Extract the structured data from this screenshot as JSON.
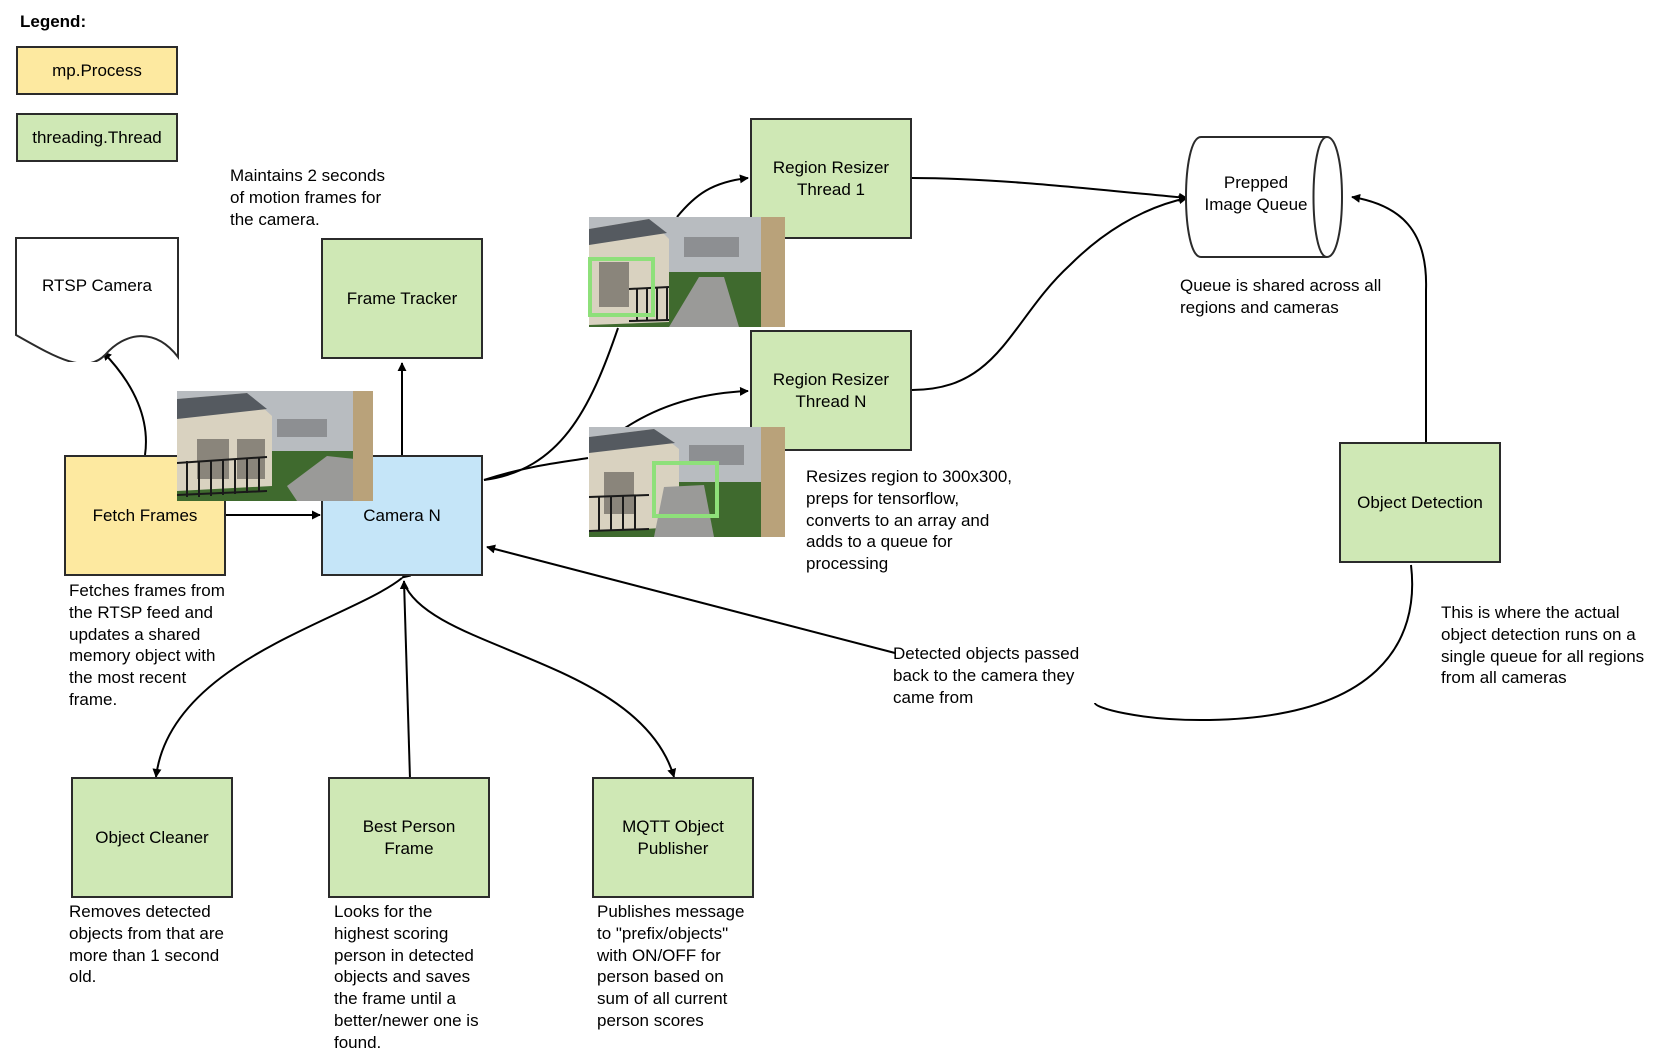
{
  "legend": {
    "title": "Legend:",
    "process_label": "mp.Process",
    "thread_label": "threading.Thread"
  },
  "colors": {
    "process": "#fde9a0",
    "thread": "#cfe8b5",
    "camera": "#c5e5f8",
    "selection": "#8ee07a"
  },
  "nodes": {
    "rtsp_camera": "RTSP Camera",
    "fetch_frames": "Fetch Frames",
    "frame_tracker": "Frame Tracker",
    "camera_n": "Camera N",
    "region_resizer_1": "Region Resizer\nThread 1",
    "region_resizer_n": "Region Resizer\nThread N",
    "prepped_queue": "Prepped\nImage Queue",
    "object_detection": "Object Detection",
    "object_cleaner": "Object Cleaner",
    "best_person": "Best Person\nFrame",
    "mqtt_publisher": "MQTT Object\nPublisher"
  },
  "notes": {
    "frame_tracker": "Maintains 2 seconds\nof motion frames for\nthe camera.",
    "fetch_frames": "Fetches frames from\nthe RTSP feed and\nupdates a shared\nmemory object with\nthe most recent\nframe.",
    "queue": "Queue is shared across all\nregions and cameras",
    "resizer": "Resizes region to 300x300,\npreps for tensorflow,\nconverts to an array and\nadds to a queue for\nprocessing",
    "detected": "Detected objects passed\nback to the camera they\ncame from",
    "object_detection": "This is where the actual\nobject detection runs on a\nsingle queue for all regions\nfrom all cameras",
    "object_cleaner": "Removes detected\nobjects from that are\nmore than 1 second\nold.",
    "best_person": "Looks for the\nhighest scoring\nperson in detected\nobjects and saves\nthe frame until a\nbetter/newer one is\nfound.",
    "mqtt_publisher": "Publishes message\nto \"prefix/objects\"\nwith ON/OFF for\nperson based on\nsum of all current\nperson scores"
  }
}
